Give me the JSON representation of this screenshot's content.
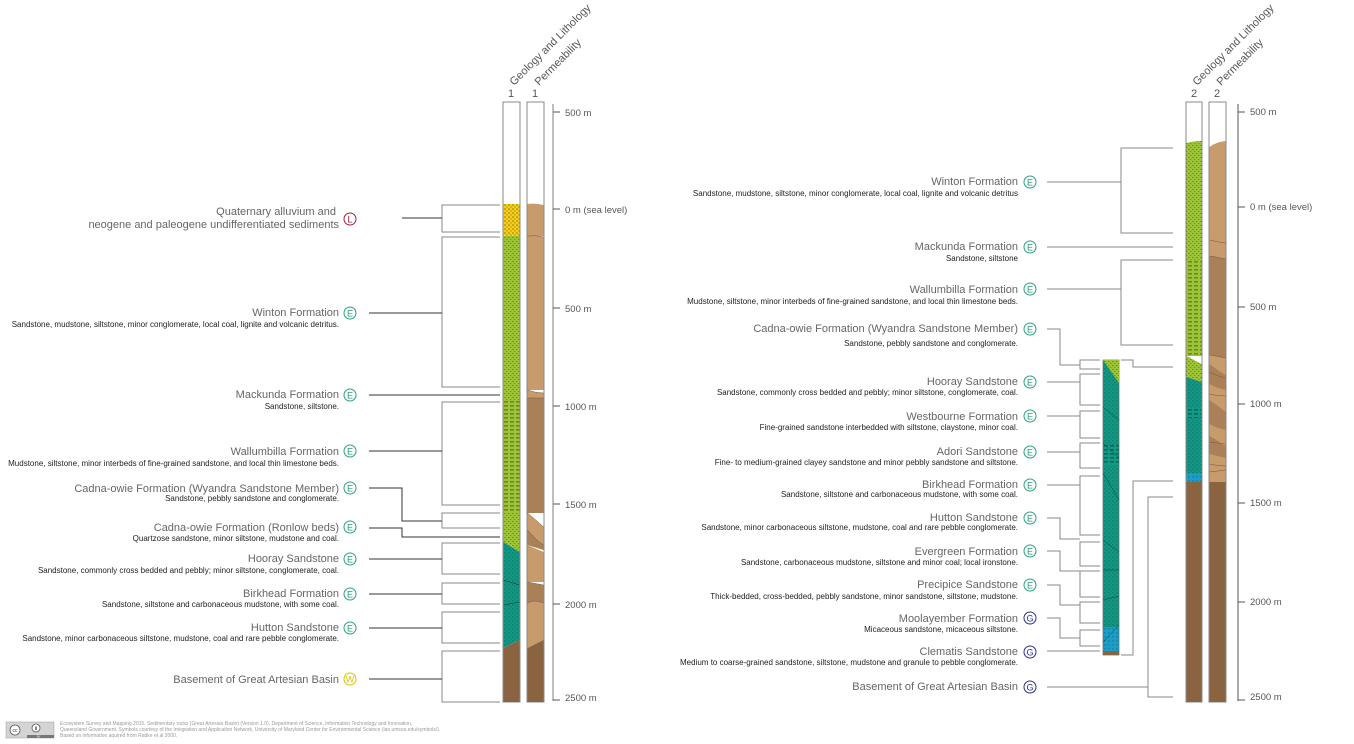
{
  "colors": {
    "badge_L": "#a0203c",
    "badge_E": "#2aa07a",
    "badge_W": "#d6c400",
    "badge_G": "#2b2f8c",
    "quaternary": "#f4cf1c",
    "sandstone_green": "#9cc436",
    "mudstone_green": "#9cc436",
    "teal": "#0f9a86",
    "blue": "#1a9ec7",
    "basement": "#8a6440",
    "perm_light": "#c89b6c",
    "perm_mid": "#aa8058",
    "perm_dark": "#8a6440",
    "bracket_line": "#888888",
    "leader_line": "#333333"
  },
  "columns": [
    {
      "id": 1,
      "headers": {
        "geology": "Geology and Lithology",
        "permeability": "Permeability",
        "geology_num": "1",
        "perm_num": "1"
      },
      "scale": [
        "500 m",
        "0 m (sea level)",
        "500 m",
        "1000 m",
        "1500 m",
        "2000 m",
        "2500 m"
      ],
      "layers": [
        {
          "name": "Quaternary alluvium and",
          "name2": "neogene and paleogene undifferentiated sediments",
          "desc": "",
          "badge": "L"
        },
        {
          "name": "Winton Formation",
          "desc": "Sandstone, mudstone, siltstone, minor conglomerate, local coal, lignite and volcanic detritus.",
          "badge": "E"
        },
        {
          "name": "Mackunda Formation",
          "desc": "Sandstone, siltstone.",
          "badge": "E"
        },
        {
          "name": "Wallumbilla Formation",
          "desc": "Mudstone, siltstone, minor interbeds of fine-grained sandstone, and local thin limestone beds.",
          "badge": "E"
        },
        {
          "name": "Cadna-owie Formation (Wyandra Sandstone Member)",
          "desc": "Sandstone, pebbly sandstone and conglomerate.",
          "badge": "E"
        },
        {
          "name": "Cadna-owie Formation (Ronlow beds)",
          "desc": "Quartzose sandstone, minor siltstone, mudstone and coal.",
          "badge": "E"
        },
        {
          "name": "Hooray Sandstone",
          "desc": "Sandstone, commonly cross bedded and pebbly; minor siltstone, conglomerate, coal.",
          "badge": "E"
        },
        {
          "name": "Birkhead Formation",
          "desc": "Sandstone, siltstone and carbonaceous mudstone, with some coal.",
          "badge": "E"
        },
        {
          "name": "Hutton Sandstone",
          "desc": "Sandstone, minor carbonaceous siltstone, mudstone, coal and rare pebble conglomerate.",
          "badge": "E"
        },
        {
          "name": "Basement of Great Artesian Basin",
          "desc": "",
          "badge": "W"
        }
      ]
    },
    {
      "id": 2,
      "headers": {
        "geology": "Geology and Lithology",
        "permeability": "Permeability",
        "geology_num": "2",
        "perm_num": "2"
      },
      "scale": [
        "500 m",
        "0 m (sea level)",
        "500 m",
        "1000 m",
        "1500 m",
        "2000 m",
        "2500 m"
      ],
      "layers": [
        {
          "name": "Winton Formation",
          "desc": "Sandstone, mudstone, siltstone, minor conglomerate, local coal, lignite and volcanic detritus",
          "badge": "E"
        },
        {
          "name": "Mackunda Formation",
          "desc": "Sandstone, siltstone",
          "badge": "E"
        },
        {
          "name": "Wallumbilla Formation",
          "desc": "Mudstone, siltstone, minor interbeds of fine-grained sandstone, and local thin limestone beds.",
          "badge": "E"
        },
        {
          "name": "Cadna-owie Formation (Wyandra Sandstone Member)",
          "desc": "Sandstone, pebbly sandstone and conglomerate.",
          "badge": "E"
        },
        {
          "name": "Hooray Sandstone",
          "desc": "Sandstone, commonly cross bedded and pebbly; minor siltstone, conglomerate, coal.",
          "badge": "E"
        },
        {
          "name": "Westbourne Formation",
          "desc": "Fine-grained sandstone interbedded with siltstone, claystone, minor coal.",
          "badge": "E"
        },
        {
          "name": "Adori Sandstone",
          "desc": "Fine- to medium-grained clayey sandstone and minor pebbly sandstone and siltstone.",
          "badge": "E"
        },
        {
          "name": "Birkhead Formation",
          "desc": "Sandstone, siltstone and carbonaceous mudstone, with some coal.",
          "badge": "E"
        },
        {
          "name": "Hutton Sandstone",
          "desc": "Sandstone, minor carbonaceous siltstone, mudstone, coal and rare pebble conglomerate.",
          "badge": "E"
        },
        {
          "name": "Evergreen Formation",
          "desc": "Sandstone, carbonaceous mudstone, siltstone and minor coal; local ironstone.",
          "badge": "E"
        },
        {
          "name": "Precipice Sandstone",
          "desc": "Thick-bedded, cross-bedded, pebbly sandstone, minor sandstone, siltstone, mudstone.",
          "badge": "E"
        },
        {
          "name": "Moolayember Formation",
          "desc": "Micaceous sandstone, micaceous siltstone.",
          "badge": "G"
        },
        {
          "name": "Clematis Sandstone",
          "desc": "Medium to coarse-grained sandstone, siltstone, mudstone and granule to pebble conglomerate.",
          "badge": "G"
        },
        {
          "name": "Basement of Great Artesian Basin",
          "desc": "",
          "badge": "G"
        }
      ]
    }
  ],
  "license": {
    "cc": "cc",
    "by": "BY"
  },
  "credit_lines": [
    "Ecosystem Survey and Mapping 2015. Sedimentary rocks (Great Artesian Basin) (Version 1.0). Department of Science, Information Technology and Innovation,",
    "Queensland Government. Symbols courtesy of the Integration and Application Network, University of Maryland Center for Environmental Science (ian.umces.edu/symbols/).",
    "Based on information aquired from Radke et al 2000."
  ]
}
